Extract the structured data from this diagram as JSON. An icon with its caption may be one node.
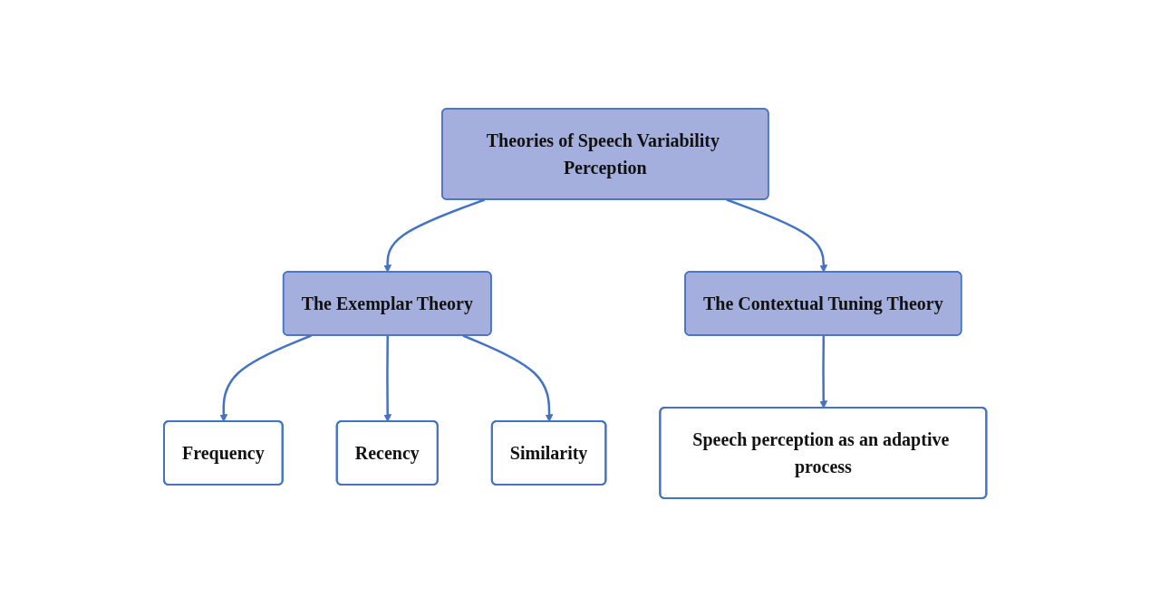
{
  "diagram": {
    "nodes": [
      {
        "text": [
          "Theories of Speech Variability Perception"
        ]
      },
      {
        "text": [
          "The Exemplar Theory"
        ]
      },
      {
        "text": [
          "The Contextual Tuning Theory"
        ]
      },
      {
        "text": [
          "Frequency"
        ]
      },
      {
        "text": [
          "Recency"
        ]
      },
      {
        "text": [
          "Similarity"
        ]
      },
      {
        "text": [
          "Speech perception as an adaptive process"
        ]
      }
    ],
    "edges": [
      {
        "from": 0,
        "to": 1,
        "arrow": "to"
      },
      {
        "from": 0,
        "to": 2,
        "arrow": "to"
      },
      {
        "from": 1,
        "to": 3,
        "arrow": "to"
      },
      {
        "from": 1,
        "to": 4,
        "arrow": "to"
      },
      {
        "from": 1,
        "to": 5,
        "arrow": "to"
      },
      {
        "from": 2,
        "to": 6,
        "arrow": "to"
      }
    ]
  }
}
